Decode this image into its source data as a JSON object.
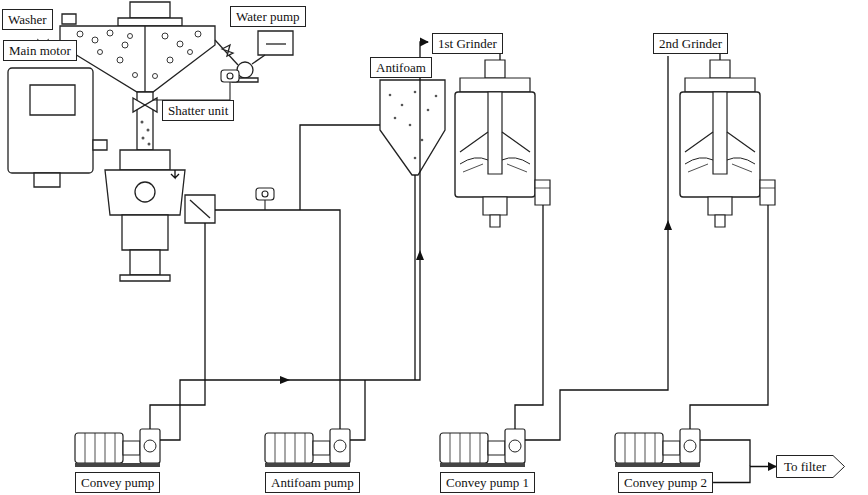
{
  "diagram": {
    "nodes": [
      {
        "text": [
          "Washer"
        ]
      },
      {
        "text": [
          "Water pump"
        ]
      },
      {
        "text": [
          "Antifoam"
        ]
      },
      {
        "text": [
          "1st Grinder"
        ]
      },
      {
        "text": [
          "2nd Grinder"
        ]
      },
      {
        "text": [
          "Main motor"
        ]
      },
      {
        "text": [
          "Shatter unit"
        ]
      },
      {
        "text": [
          "Convey pump"
        ]
      },
      {
        "text": [
          "Antifoam pump"
        ]
      },
      {
        "text": [
          "Convey pump 1"
        ]
      },
      {
        "text": [
          "Convey pump 2"
        ]
      },
      {
        "text": [
          "To filter"
        ]
      }
    ],
    "edges": [
      {
        "from": 10,
        "to": 11,
        "arrow": "to"
      }
    ]
  }
}
